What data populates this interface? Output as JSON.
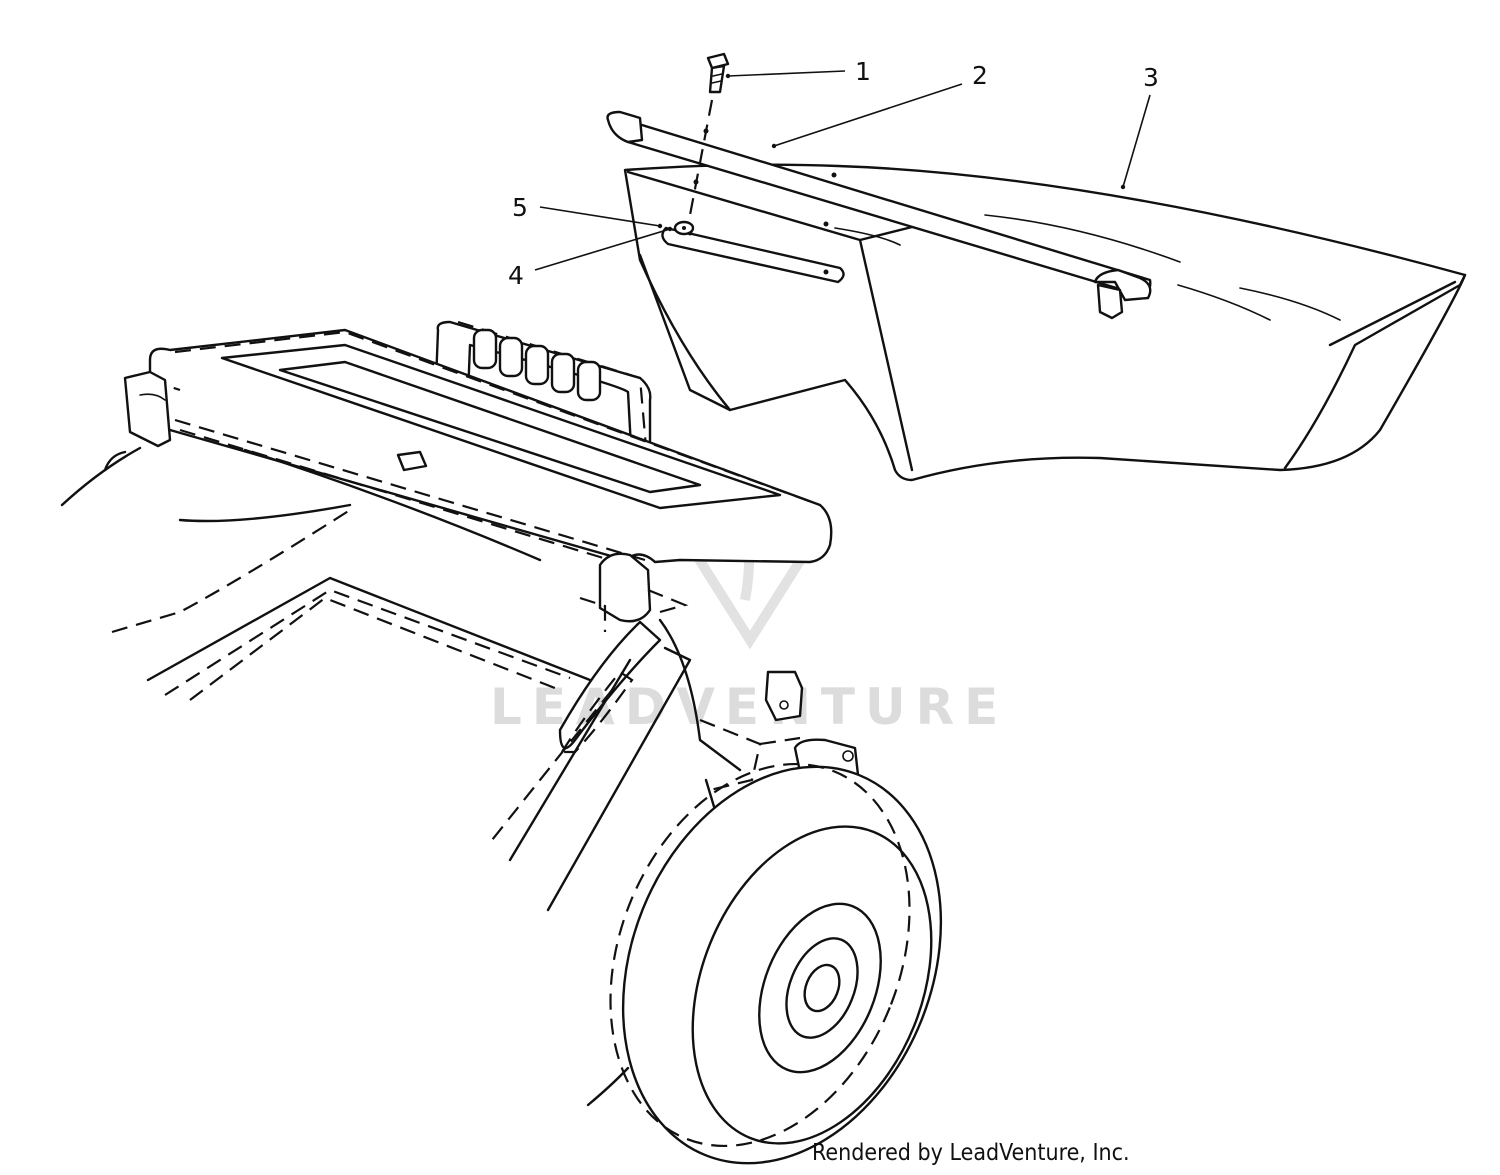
{
  "diagram": {
    "callouts": [
      {
        "id": 1,
        "label": "1"
      },
      {
        "id": 2,
        "label": "2"
      },
      {
        "id": 3,
        "label": "3"
      },
      {
        "id": 4,
        "label": "4"
      },
      {
        "id": 5,
        "label": "5"
      }
    ],
    "watermark": {
      "text": "LEADVENTURE"
    },
    "credit": "Rendered by LeadVenture, Inc."
  }
}
